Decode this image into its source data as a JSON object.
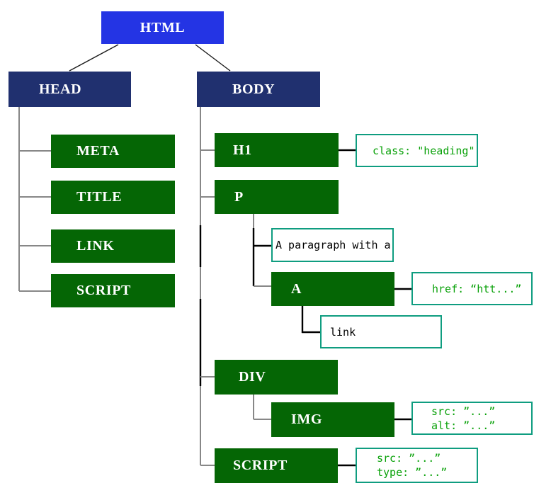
{
  "nodes": {
    "html": "HTML",
    "head": "HEAD",
    "body": "BODY",
    "meta": "META",
    "title": "TITLE",
    "link": "LINK",
    "head_script": "SCRIPT",
    "h1": "H1",
    "p": "P",
    "a": "A",
    "div": "DIV",
    "img": "IMG",
    "body_script": "SCRIPT"
  },
  "text_nodes": {
    "p_text": "A paragraph with a",
    "a_text": "link"
  },
  "attributes": {
    "h1": [
      "class: \"heading\""
    ],
    "a": [
      "href: “htt...”"
    ],
    "img": [
      "src: ”...”",
      "alt: ”...”"
    ],
    "script": [
      "src: ”...”",
      "type: ”...”"
    ]
  },
  "colors": {
    "root_fill": "#2434e4",
    "section_fill": "#20306f",
    "element_fill": "#056605",
    "annotation_border": "#0f9d80",
    "annotation_text": "#09a109",
    "connector_gray": "#878787",
    "connector_black": "#000000"
  }
}
